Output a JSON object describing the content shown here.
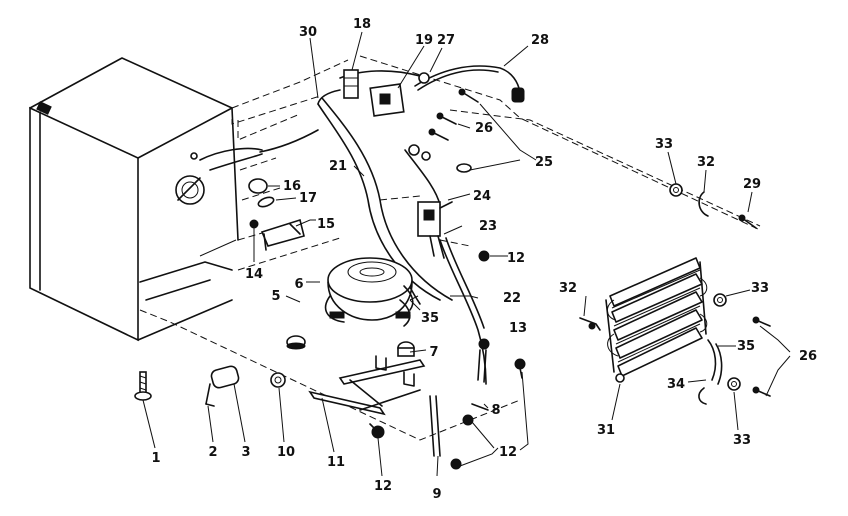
{
  "callouts": {
    "c1": "1",
    "c2": "2",
    "c3": "3",
    "c5": "5",
    "c6": "6",
    "c7": "7",
    "c8": "8",
    "c9": "9",
    "c10": "10",
    "c11": "11",
    "c12a": "12",
    "c12b": "12",
    "c12c": "12",
    "c13": "13",
    "c14": "14",
    "c15": "15",
    "c16": "16",
    "c17": "17",
    "c18": "18",
    "c19": "19",
    "c21": "21",
    "c22": "22",
    "c23": "23",
    "c24": "24",
    "c25": "25",
    "c26a": "26",
    "c26b": "26",
    "c27": "27",
    "c28": "28",
    "c29": "29",
    "c30": "30",
    "c31": "31",
    "c32a": "32",
    "c32b": "32",
    "c33a": "33",
    "c33b": "33",
    "c33c": "33",
    "c34": "34",
    "c35a": "35",
    "c35b": "35"
  }
}
